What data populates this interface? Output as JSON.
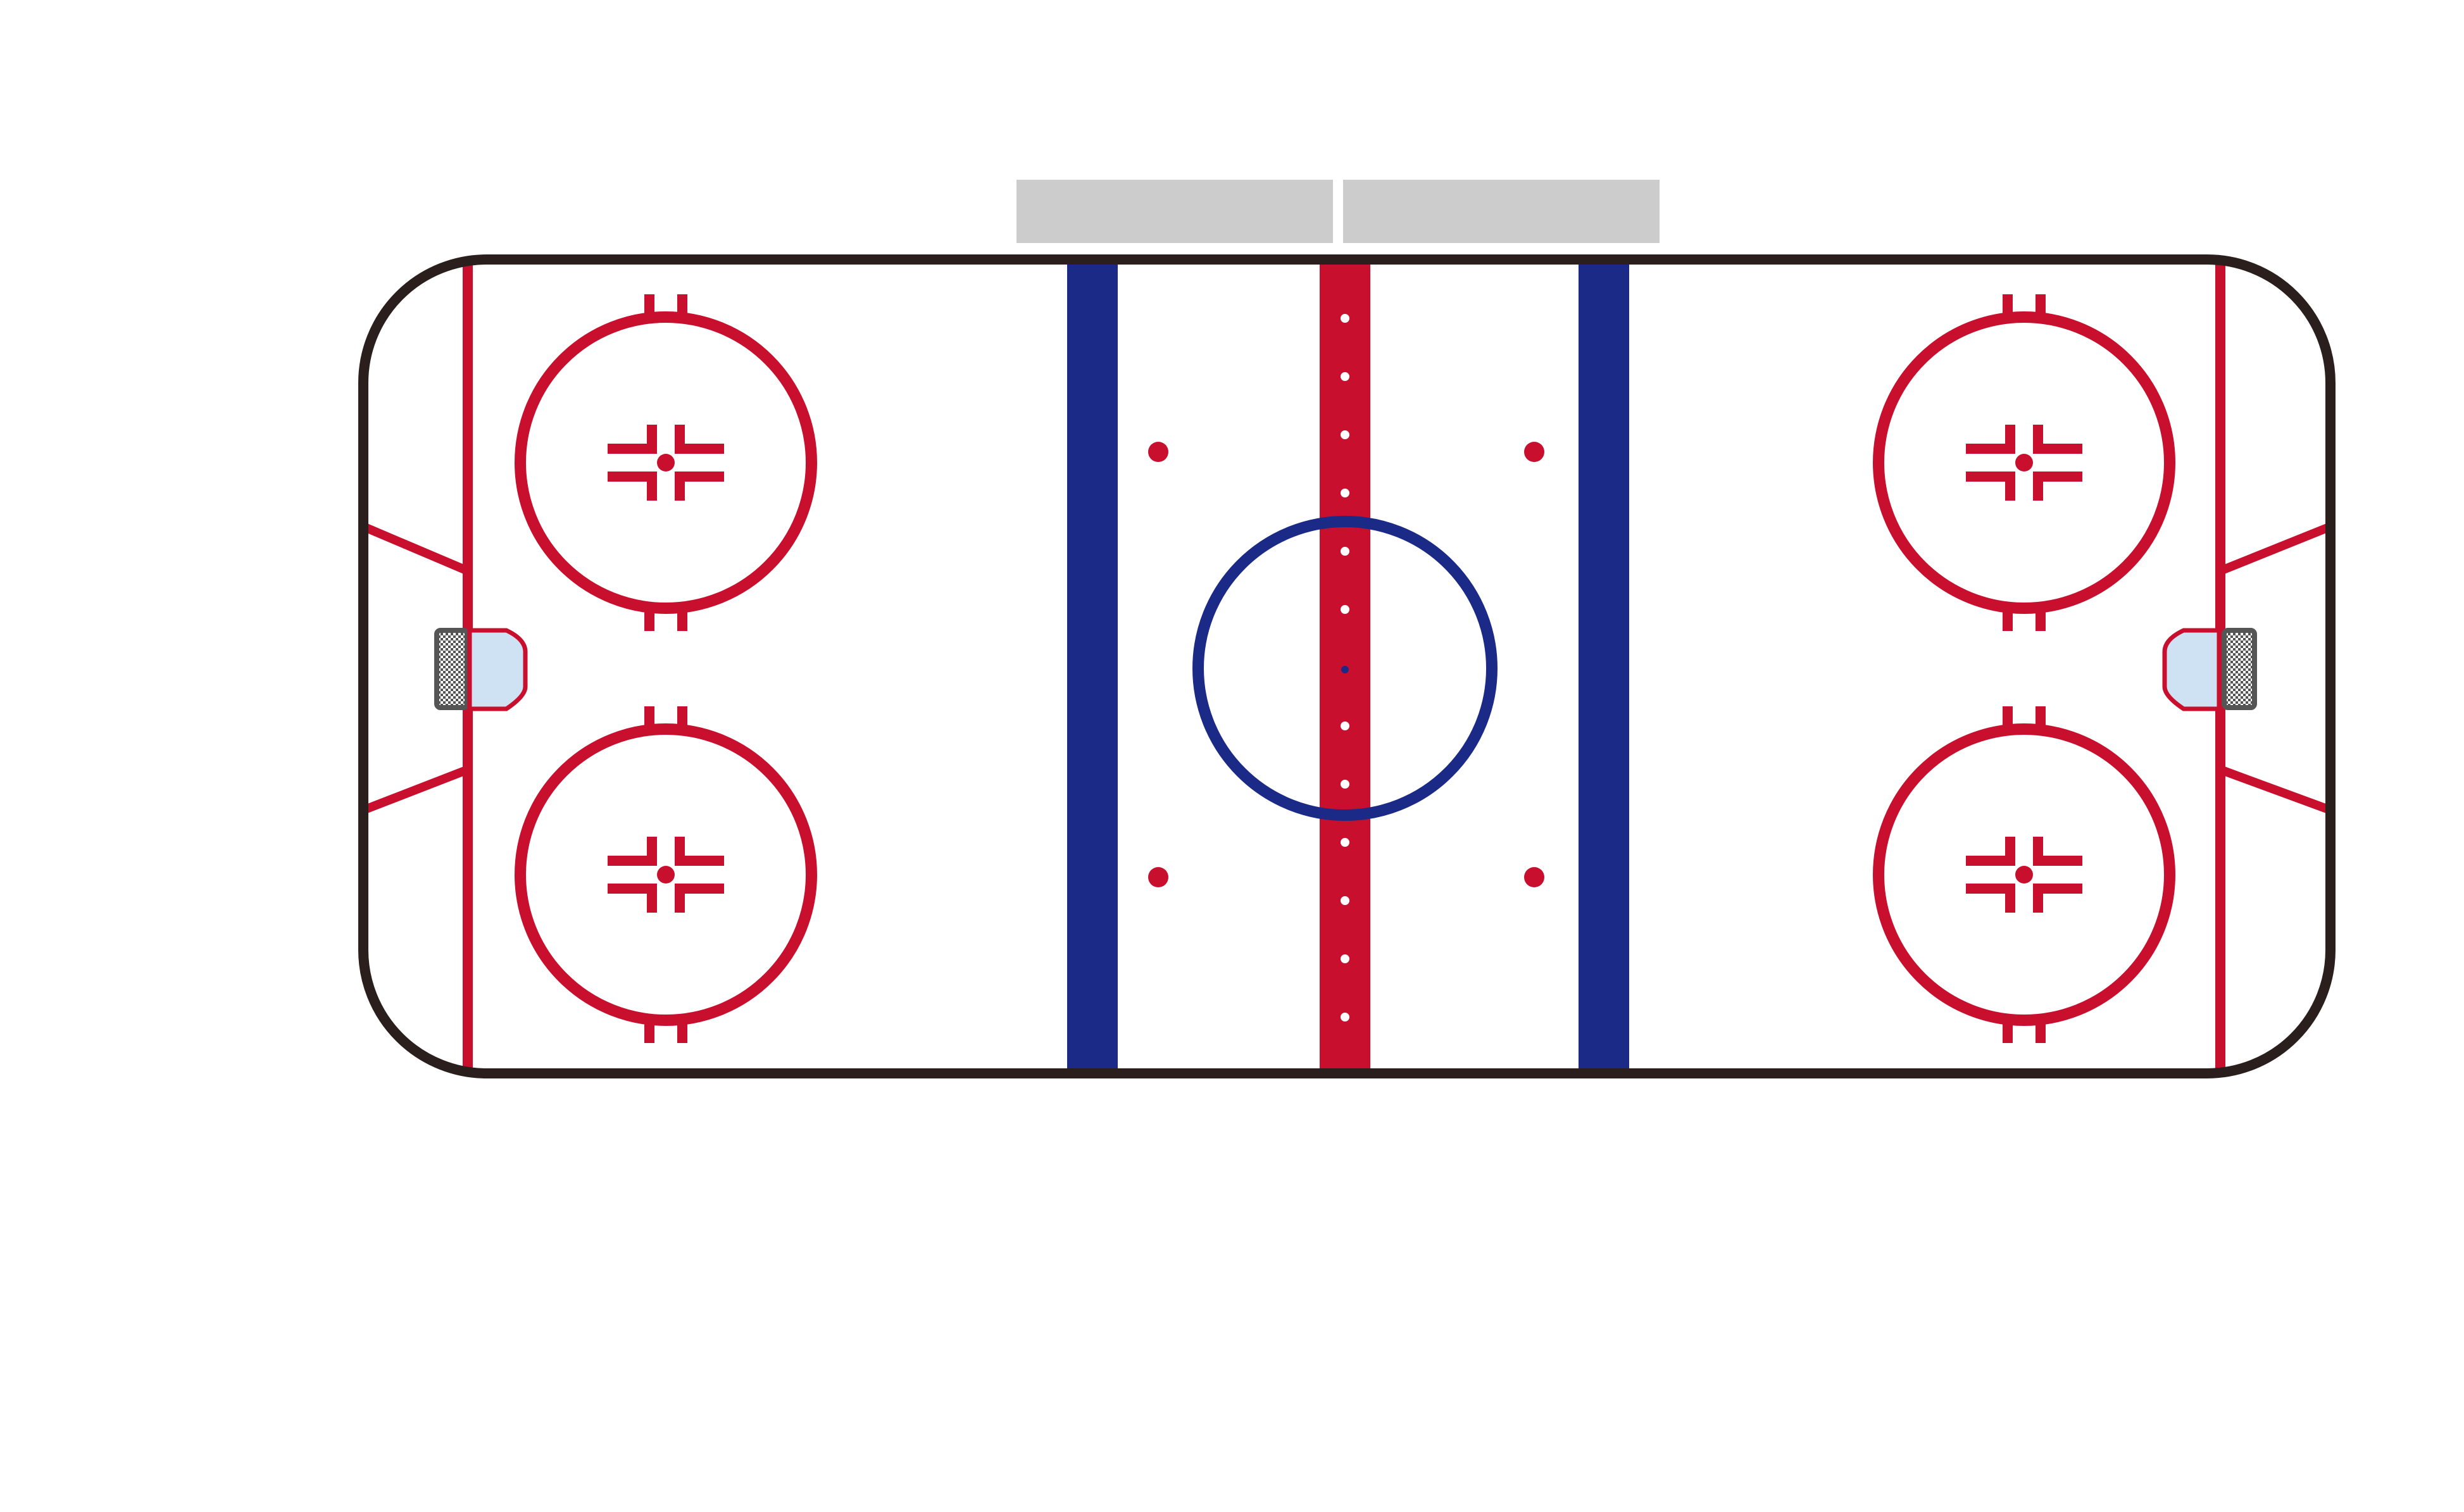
{
  "colors": {
    "background": "#ffffff",
    "ice": "#ffffff",
    "boards": "#2a1f1c",
    "red": "#c8102e",
    "blue": "#1b2a87",
    "bench": "#cccccc",
    "crease": "#cfe2f3",
    "net": "#555555",
    "dot_white": "#ffffff"
  },
  "rink": {
    "benches": 2,
    "blue_lines": 2,
    "center_line": 1,
    "goal_lines": 2,
    "faceoff_circles": 4,
    "neutral_zone_dots": 4,
    "center_circle": 1,
    "goal_creases": 2,
    "nets": 2
  }
}
